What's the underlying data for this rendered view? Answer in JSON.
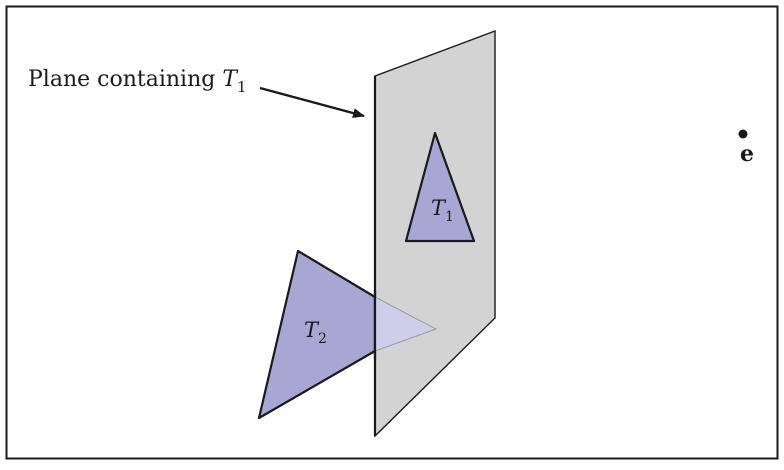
{
  "diagram": {
    "label_prefix": "Plane containing ",
    "label_var": "T",
    "label_sub": "1",
    "t1_var": "T",
    "t1_sub": "1",
    "t2_var": "T",
    "t2_sub": "2",
    "eye_label": "e"
  },
  "colors": {
    "plane_fill": "#d3d3d3",
    "triangle_fill": "#a9a6d4",
    "triangle_hidden_fill": "#cfcdea",
    "stroke": "#1a1a1a"
  }
}
